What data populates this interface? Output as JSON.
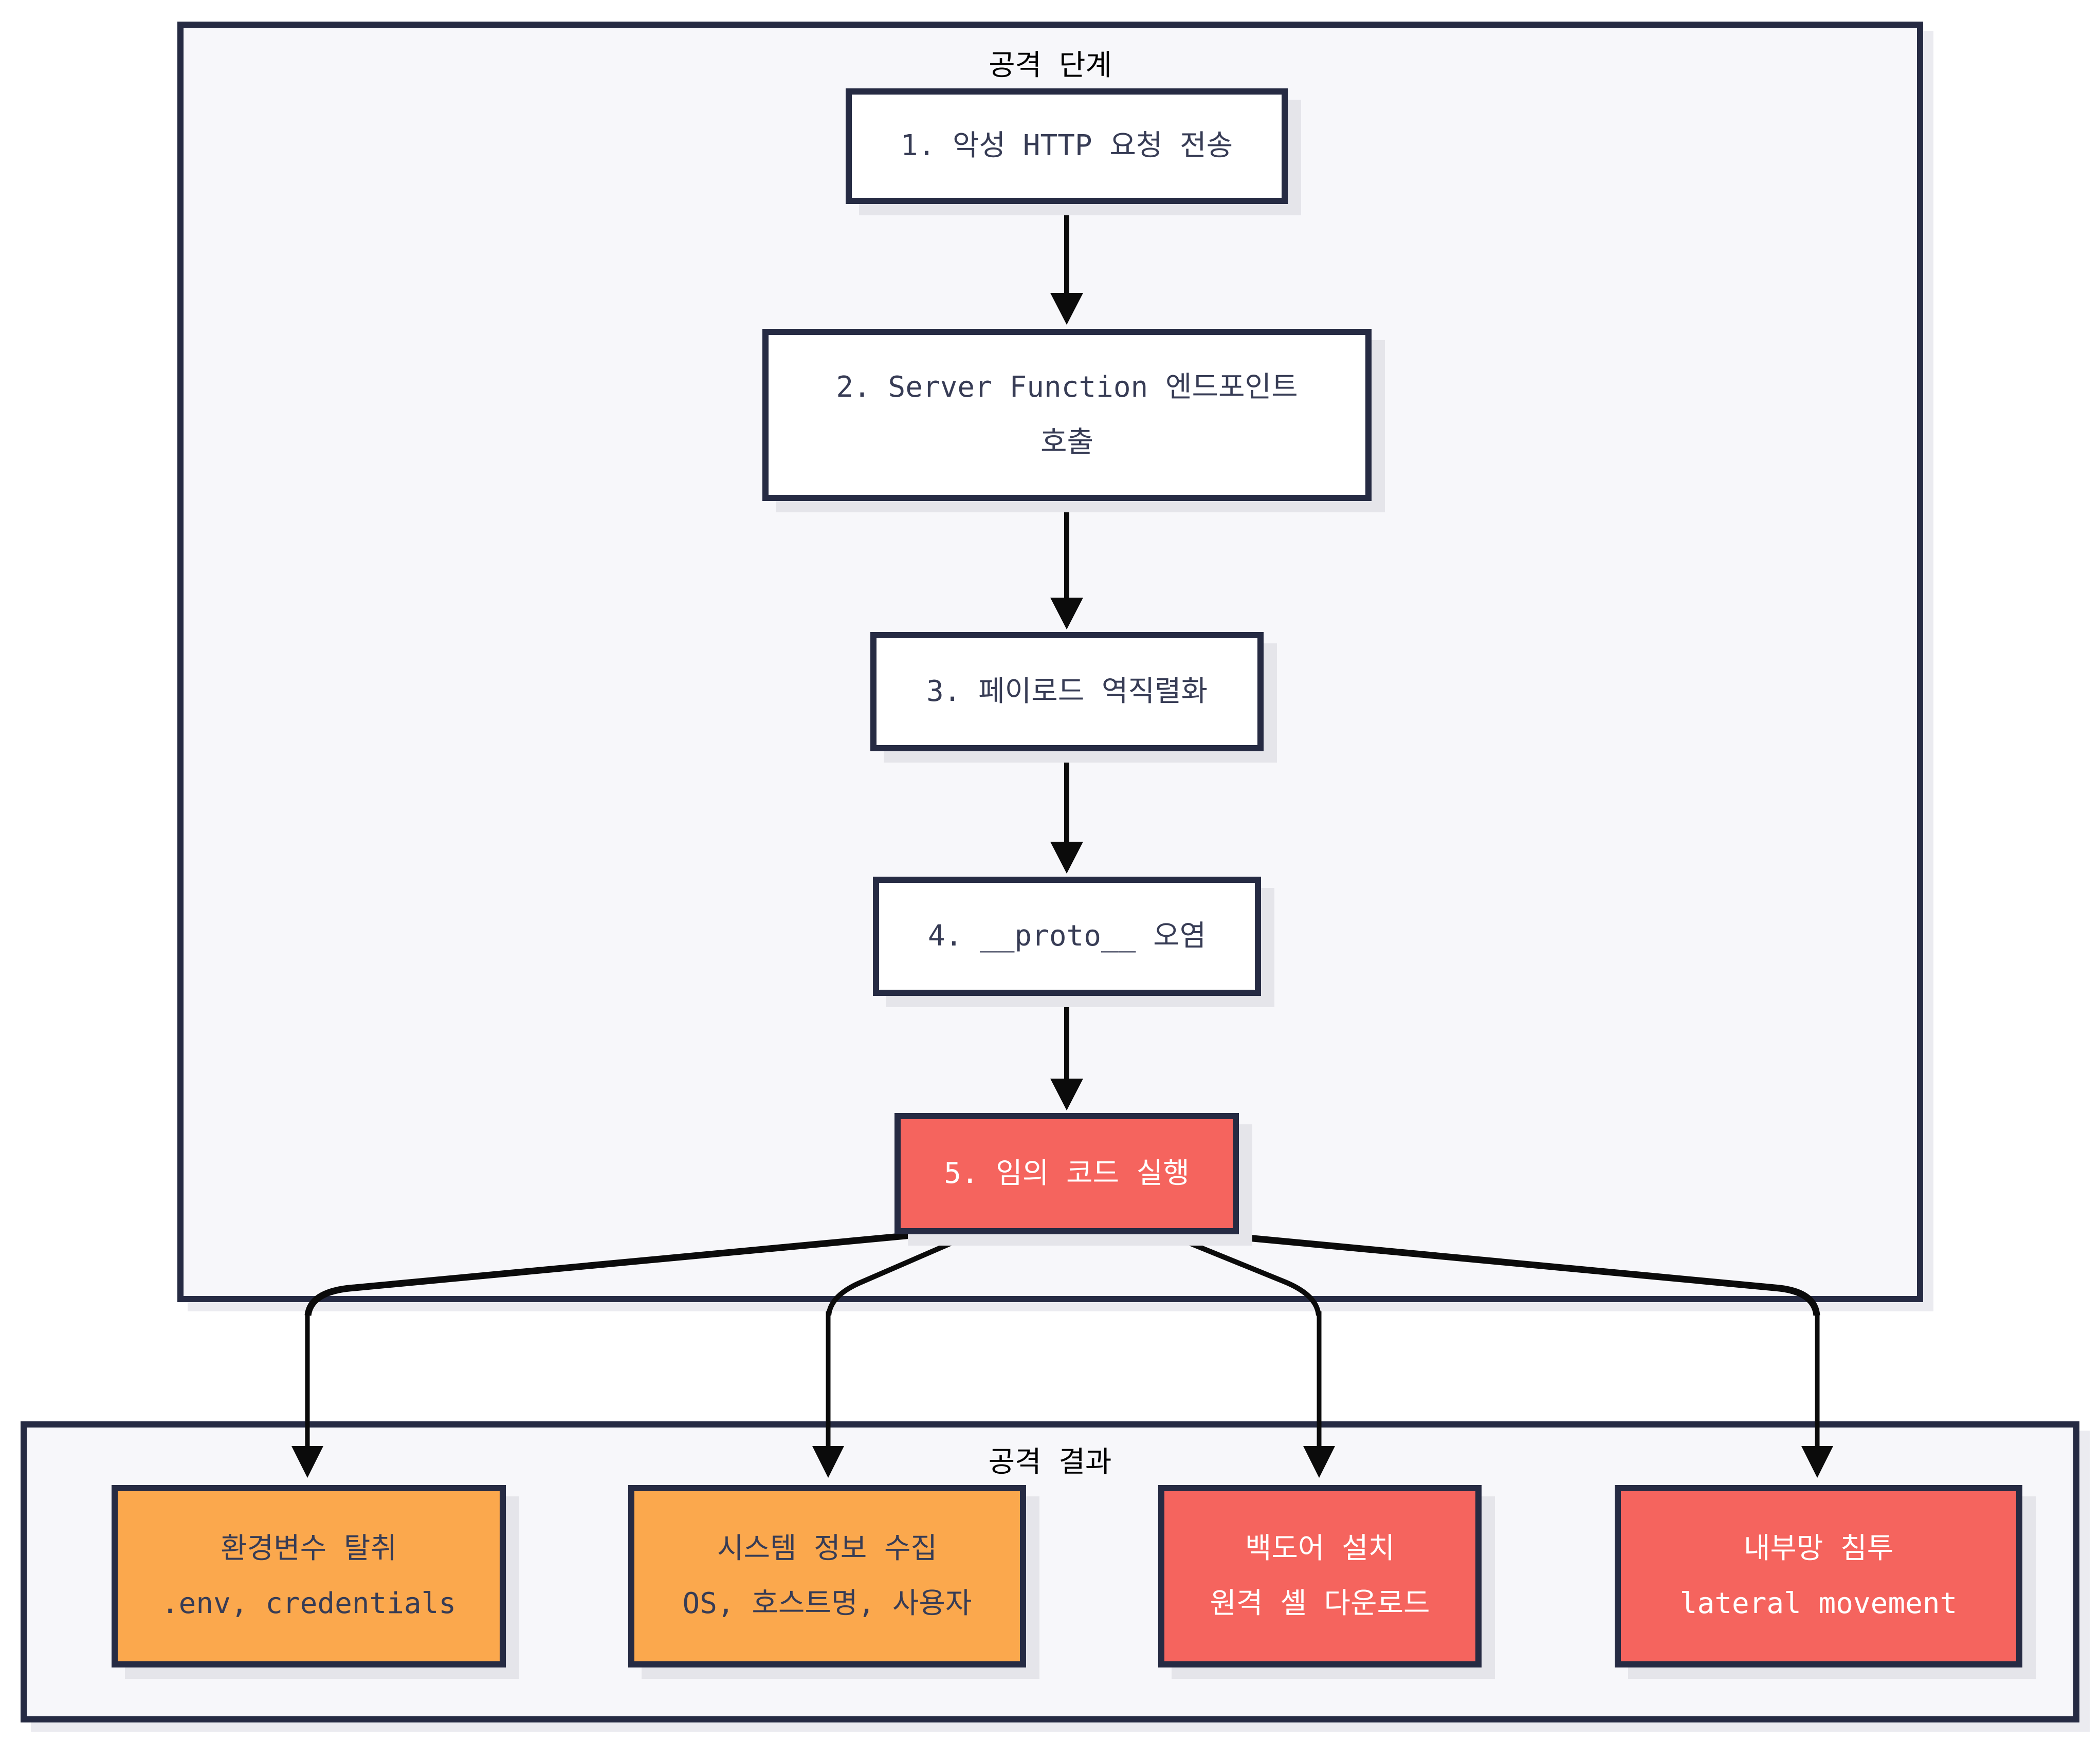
{
  "diagram": {
    "clusters": {
      "stages": {
        "title": "공격 단계"
      },
      "results": {
        "title": "공격 결과"
      }
    },
    "stage_nodes": [
      {
        "line1": "1. 악성 HTTP 요청 전송"
      },
      {
        "line1": "2. Server Function 엔드포인트",
        "line2": "호출"
      },
      {
        "line1": "3. 페이로드 역직렬화"
      },
      {
        "line1": "4. __proto__ 오염"
      },
      {
        "line1": "5. 임의 코드 실행"
      }
    ],
    "result_nodes": [
      {
        "line1": "환경변수 탈취",
        "line2": ".env, credentials"
      },
      {
        "line1": "시스템 정보 수집",
        "line2": "OS, 호스트명, 사용자"
      },
      {
        "line1": "백도어 설치",
        "line2": "원격 셸 다운로드"
      },
      {
        "line1": "내부망 침투",
        "line2": "lateral movement"
      }
    ],
    "colors": {
      "node_border": "#262b43",
      "node_text": "#373c55",
      "default_fill": "#ffffff",
      "critical_fill": "#f5645e",
      "critical_text": "#ffffff",
      "warning_fill": "#fba84d",
      "cluster_fill": "#f7f7fa",
      "cluster_title": "#000000",
      "edge": "#0b0b0b",
      "page_background": "#ffffff"
    }
  }
}
